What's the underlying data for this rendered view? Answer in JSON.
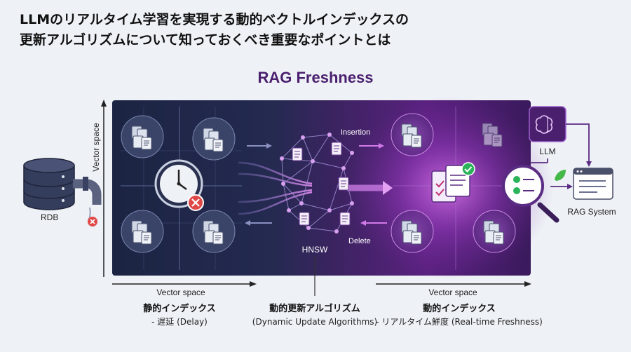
{
  "title": {
    "line1": "LLMのリアルタイム学習を実現する動的ベクトルインデックスの",
    "line2": "更新アルゴリズムについて知っておくべき重要なポイントとは"
  },
  "diagram": {
    "title": "RAG Freshness",
    "rdb_label": "RDB",
    "vector_space_vertical": "Vector space",
    "insertion_label": "Insertion",
    "delete_label": "Delete",
    "hnsw_label": "HNSW",
    "llm_label": "LLM",
    "rag_system_label": "RAG System",
    "vector_space_bottom_left": "Vector space",
    "vector_space_bottom_right": "Vector space",
    "colors": {
      "dark_panel": "#1c2340",
      "purple": "#7b2d9e",
      "accent": "#c85bd8",
      "error": "#e04848",
      "check": "#2bb35a"
    }
  },
  "captions": {
    "static": {
      "title": "静的インデックス",
      "sub": "- 遅延 (Delay)"
    },
    "update": {
      "title": "動的更新アルゴリズム",
      "sub": "(Dynamic Update Algorithms)"
    },
    "dynamic": {
      "title": "動的インデックス",
      "sub": "- リアルタイム鮮度 (Real-time Freshness)"
    }
  }
}
